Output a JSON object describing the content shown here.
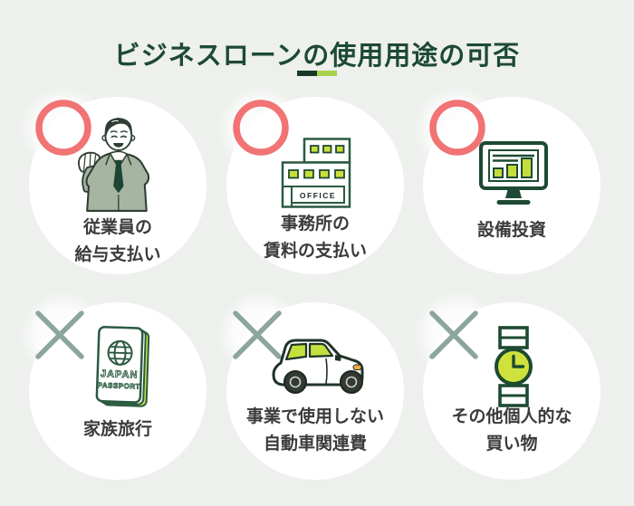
{
  "title": "ビジネスローンの使用用途の可否",
  "colors": {
    "background": "#edf0ed",
    "title_green": "#1d4936",
    "underline_dark": "#16382a",
    "underline_light": "#a9d24c",
    "allowed_mark_red": "#f17373",
    "denied_mark_gray": "#8da69c",
    "icon_outline_green": "#1d4a34",
    "icon_accent_yellow_green": "#c3de3c",
    "label_text": "#3b3b3b",
    "bubble_white": "#ffffff"
  },
  "items": [
    {
      "id": "employee-salary",
      "permitted": true,
      "mark": "○",
      "icon": "businessman-icon",
      "lines": [
        "従業員の",
        "給与支払い"
      ]
    },
    {
      "id": "office-rent",
      "permitted": true,
      "mark": "○",
      "icon": "office-building-icon",
      "lines": [
        "事務所の",
        "賃料の支払い"
      ]
    },
    {
      "id": "equipment-investment",
      "permitted": true,
      "mark": "○",
      "icon": "monitor-chart-icon",
      "lines": [
        "設備投資",
        ""
      ]
    },
    {
      "id": "family-trip",
      "permitted": false,
      "mark": "×",
      "icon": "passport-icon",
      "lines": [
        "家族旅行",
        ""
      ]
    },
    {
      "id": "non-business-car-costs",
      "permitted": false,
      "mark": "×",
      "icon": "car-icon",
      "lines": [
        "事業で使用しない",
        "自動車関連費"
      ]
    },
    {
      "id": "personal-shopping",
      "permitted": false,
      "mark": "×",
      "icon": "wristwatch-icon",
      "lines": [
        "その他個人的な",
        "買い物"
      ]
    }
  ],
  "icon_texts": {
    "office_sign": "OFFICE",
    "passport_line1": "JAPAN",
    "passport_line2": "PASSPORT"
  }
}
